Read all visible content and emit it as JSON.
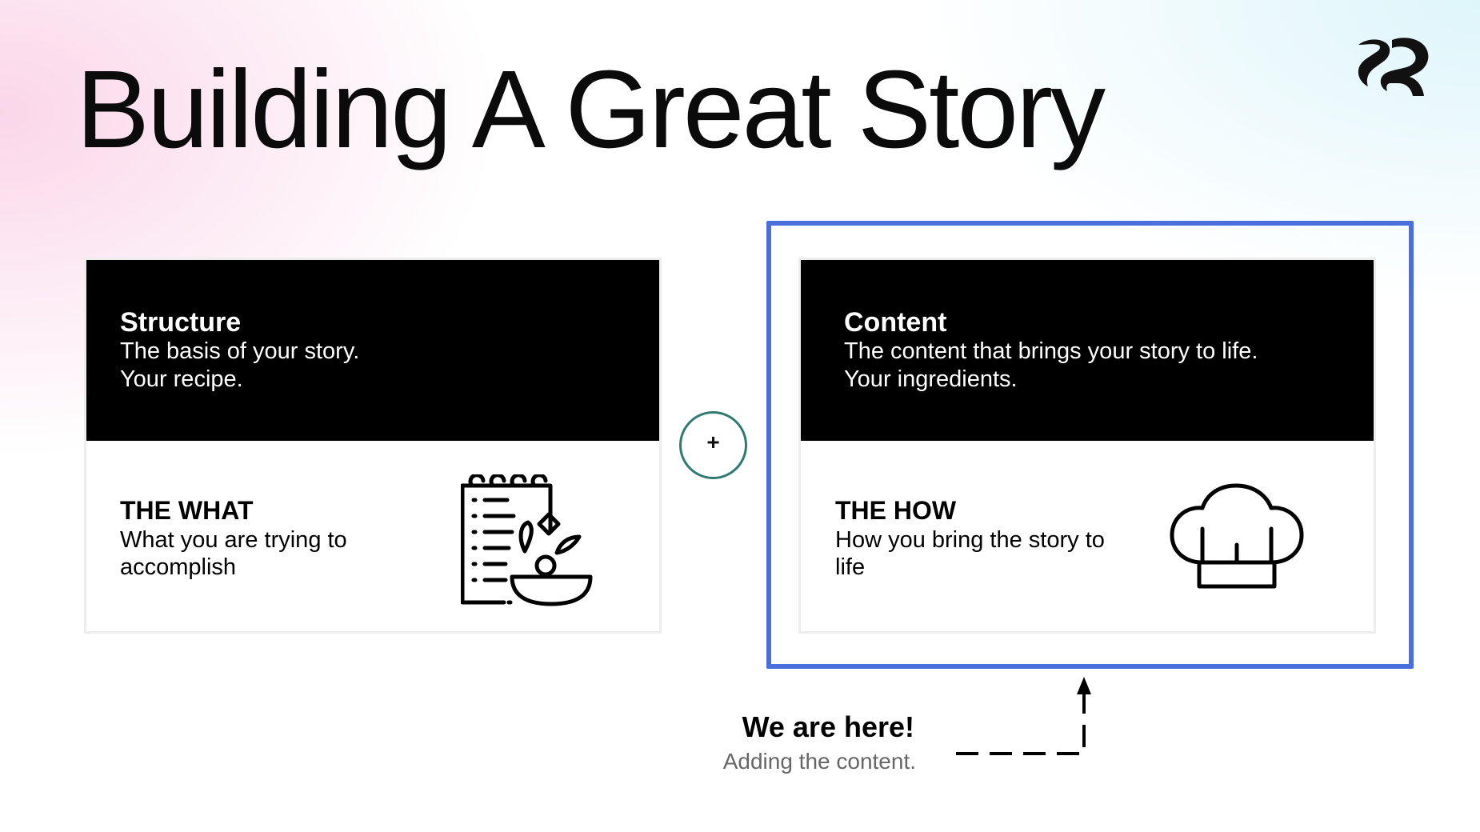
{
  "title": "Building A Great Story",
  "logo": {
    "icon": "brand-logo-icon"
  },
  "cards": [
    {
      "header_title": "Structure",
      "header_text": "The basis of your story. Your recipe.",
      "label": "THE WHAT",
      "text": "What you are trying to accomplish",
      "icon": "recipe-notebook-icon"
    },
    {
      "header_title": "Content",
      "header_text": "The content that brings your story to life. Your ingredients.",
      "label": "THE HOW",
      "text": "How you bring the story to life",
      "icon": "chef-hat-icon"
    }
  ],
  "connector": {
    "symbol": "+"
  },
  "callout": {
    "title": "We are here!",
    "subtitle": "Adding the content."
  },
  "colors": {
    "highlight_border": "#4a6fdc",
    "plus_circle_border": "#2f7a72",
    "card_header_bg": "#000000",
    "callout_subtitle": "#666666"
  }
}
